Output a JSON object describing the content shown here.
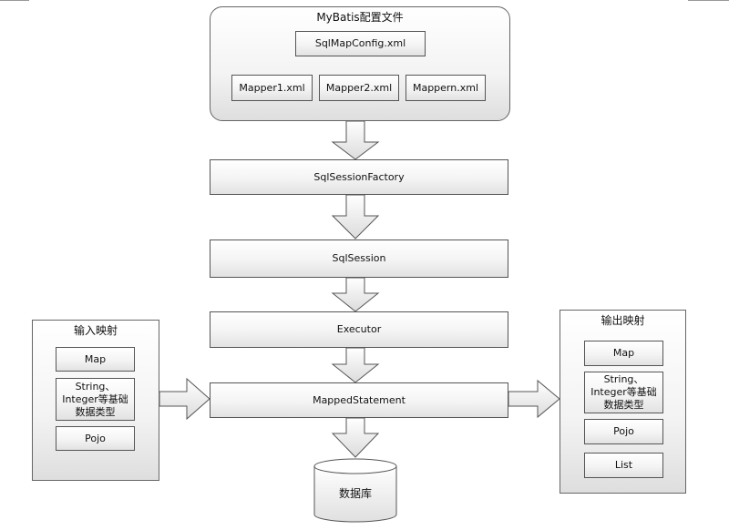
{
  "config": {
    "title": "MyBatis配置文件",
    "main_file": "SqlMapConfig.xml",
    "mappers": [
      "Mapper1.xml",
      "Mapper2.xml",
      "Mappern.xml"
    ]
  },
  "flow": {
    "factory": "SqlSessionFactory",
    "session": "SqlSession",
    "executor": "Executor",
    "mapped_statement": "MappedStatement",
    "database": "数据库"
  },
  "input_mapping": {
    "title": "输入映射",
    "items": [
      "Map",
      "String、",
      "Integer等基础",
      "数据类型",
      "Pojo"
    ]
  },
  "output_mapping": {
    "title": "输出映射",
    "items": [
      "Map",
      "String、",
      "Integer等基础",
      "数据类型",
      "Pojo",
      "List"
    ]
  },
  "colors": {
    "stroke": "#555555",
    "fill_top": "#ffffff",
    "fill_bottom": "#e2e2e2"
  }
}
